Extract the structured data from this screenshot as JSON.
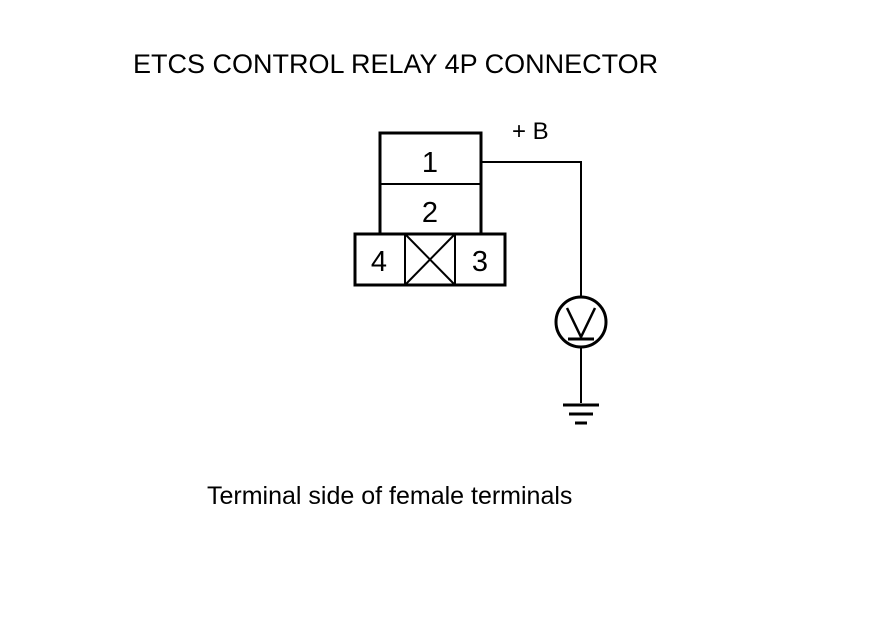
{
  "title": "ETCS CONTROL RELAY 4P CONNECTOR",
  "supply_label": "+ B",
  "terminals": {
    "t1": "1",
    "t2": "2",
    "t3": "3",
    "t4": "4"
  },
  "caption": "Terminal side of female terminals",
  "symbols": {
    "voltmeter": "voltmeter-icon",
    "ground": "ground-icon",
    "unused_cavity": "cross-box-icon"
  }
}
